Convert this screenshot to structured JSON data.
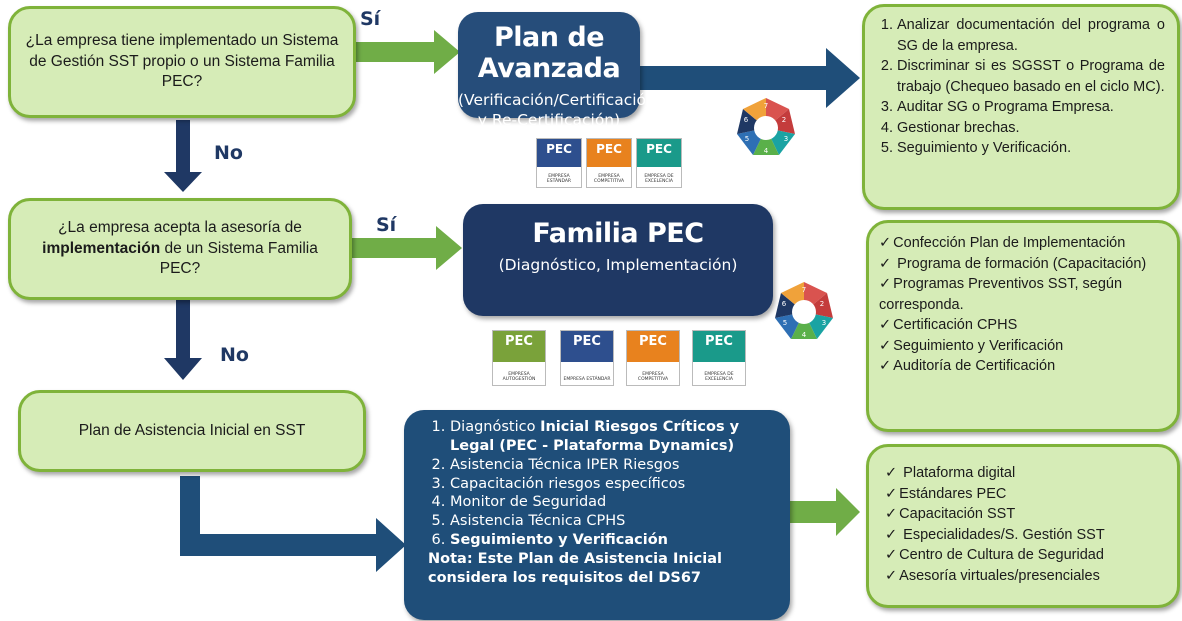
{
  "questions": {
    "q1": "¿La empresa tiene implementado un Sistema de Gestión SST propio o un Sistema Familia PEC?",
    "q2_pre": "¿La empresa acepta la asesoría de",
    "q2_bold": "implementación",
    "q2_post": "de un Sistema Familia PEC?",
    "q3": "Plan de Asistencia Inicial en SST"
  },
  "labels": {
    "yes1": "Sí",
    "no1": "No",
    "yes2": "Sí",
    "no2": "No"
  },
  "plan_avanzada": {
    "title": "Plan de Avanzada",
    "subtitle": "(Verificación/Certificación y Re-Certificación)"
  },
  "familia_pec": {
    "title": "Familia PEC",
    "subtitle": "(Diagnóstico, Implementación)"
  },
  "plan_inicial": {
    "items": [
      {
        "pre": "Diagnóstico ",
        "bold": "Inicial Riesgos Críticos y  Legal (PEC - Plataforma Dynamics)"
      },
      {
        "pre": "Asistencia Técnica IPER Riesgos",
        "bold": ""
      },
      {
        "pre": "Capacitación riesgos específicos",
        "bold": ""
      },
      {
        "pre": "Monitor de Seguridad",
        "bold": ""
      },
      {
        "pre": "Asistencia Técnica CPHS",
        "bold": ""
      },
      {
        "pre": "",
        "bold": "Seguimiento y Verificación"
      }
    ],
    "note": "Nota: Este Plan de Asistencia Inicial considera los requisitos del DS67"
  },
  "list_avanzada": [
    "Analizar documentación del programa o SG de la empresa.",
    "Discriminar si es SGSST o Programa de trabajo (Chequeo basado en el ciclo MC).",
    "Auditar SG o Programa Empresa.",
    "Gestionar brechas.",
    "Seguimiento y Verificación."
  ],
  "list_familia": [
    "Confección Plan de Implementación",
    " Programa de formación (Capacitación)",
    "Programas Preventivos SST, según corresponda.",
    "Certificación CPHS",
    "Seguimiento y Verificación",
    "Auditoría de Certificación"
  ],
  "list_inicial": [
    " Plataforma digital",
    "Estándares PEC",
    "Capacitación SST",
    " Especialidades/S. Gestión SST",
    "Centro de Cultura de Seguridad",
    "Asesoría virtuales/presenciales"
  ],
  "badges": {
    "pec": "PEC",
    "estandar": "EMPRESA ESTÁNDAR",
    "competitiva": "EMPRESA COMPETITIVA",
    "excelencia": "EMPRESA DE EXCELENCIA",
    "autogestion": "EMPRESA AUTOGESTIÓN"
  },
  "heptagon_numbers": [
    "1",
    "2",
    "3",
    "4",
    "5",
    "6",
    "7"
  ],
  "colors": {
    "green_fill": "#d6ecb7",
    "green_border": "#7fb33a",
    "arrow_green": "#70ad47",
    "navy_dark": "#1f3864",
    "navy_mid": "#1f4e79",
    "navy_light": "#264d7a"
  }
}
